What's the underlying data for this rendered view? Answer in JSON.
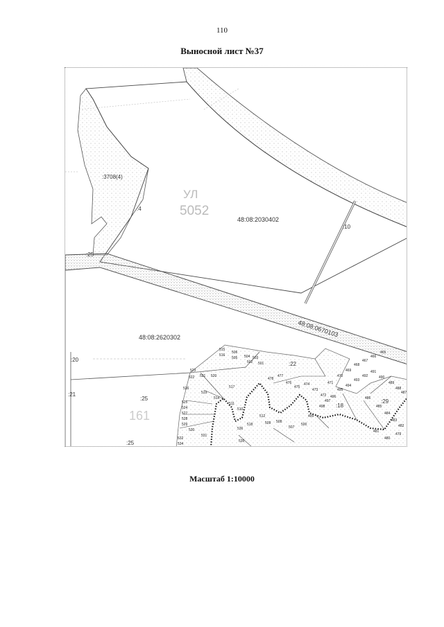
{
  "page": {
    "number": "110",
    "title": "Выносной лист №37",
    "scale": "Масштаб 1:10000"
  },
  "map": {
    "parcels": [
      "48:08:2030402",
      "48:08:2620302",
      "48:08:0670103"
    ],
    "sub_labels": [
      ":3708(4)",
      ":25",
      ":25",
      ":25",
      ":20",
      ":21",
      ":22",
      ":10",
      ":29",
      ":18",
      ":4"
    ],
    "zone_label": {
      "line1": "УЛ",
      "line2": "5052"
    },
    "faint_label": "161",
    "points": [
      "515",
      "516",
      "506",
      "505",
      "504",
      "503",
      "502",
      "501",
      "523",
      "522",
      "521",
      "520",
      "526",
      "519",
      "517",
      "514",
      "511",
      "510",
      "525",
      "524",
      "527",
      "528",
      "529",
      "530",
      "531",
      "532",
      "534",
      "535",
      "536",
      "518",
      "512",
      "509",
      "508",
      "507",
      "500",
      "499",
      "498",
      "497",
      "496",
      "495",
      "494",
      "493",
      "492",
      "491",
      "490",
      "489",
      "488",
      "487",
      "486",
      "485",
      "484",
      "483",
      "482",
      "481",
      "480",
      "479",
      "478",
      "477",
      "476",
      "475",
      "474",
      "473",
      "472",
      "471",
      "470",
      "469",
      "468",
      "467",
      "466",
      "465"
    ]
  }
}
